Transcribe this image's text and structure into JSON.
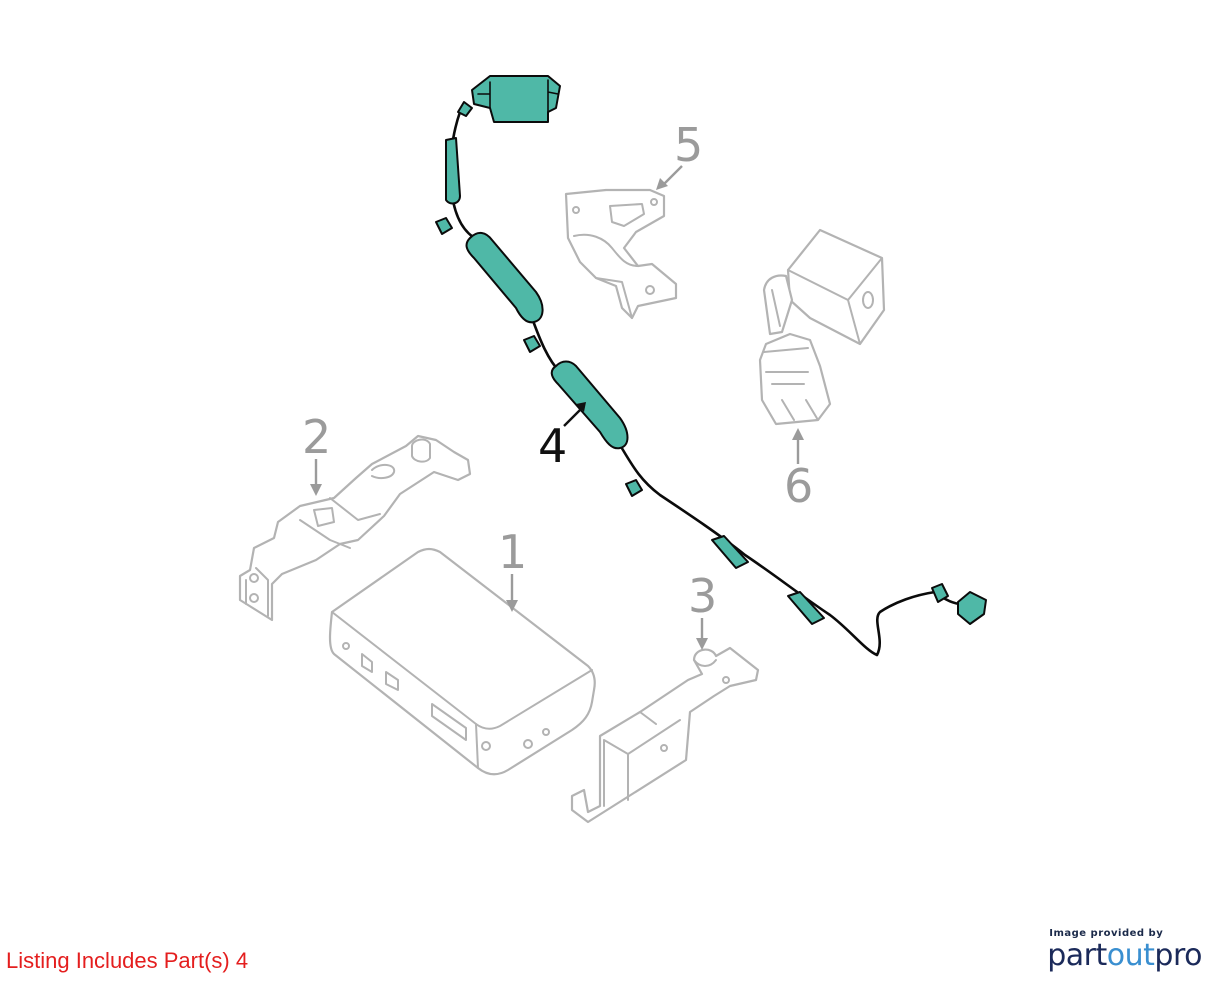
{
  "callouts": [
    {
      "id": "1",
      "label": "1"
    },
    {
      "id": "2",
      "label": "2"
    },
    {
      "id": "3",
      "label": "3"
    },
    {
      "id": "4",
      "label": "4"
    },
    {
      "id": "5",
      "label": "5"
    },
    {
      "id": "6",
      "label": "6"
    }
  ],
  "highlighted_part": "4",
  "colors": {
    "highlight": "#4fb8a7",
    "other_parts": "#b3b3b3",
    "listing_text": "#e41e1e",
    "brand_dark": "#1b2a5a",
    "brand_accent": "#3a8fd0"
  },
  "footer": {
    "listing_text": "Listing Includes Part(s) 4",
    "credit_caption": "Image provided by",
    "credit_brand_part1": "part",
    "credit_brand_part2": "out",
    "credit_brand_part3": "pro"
  }
}
